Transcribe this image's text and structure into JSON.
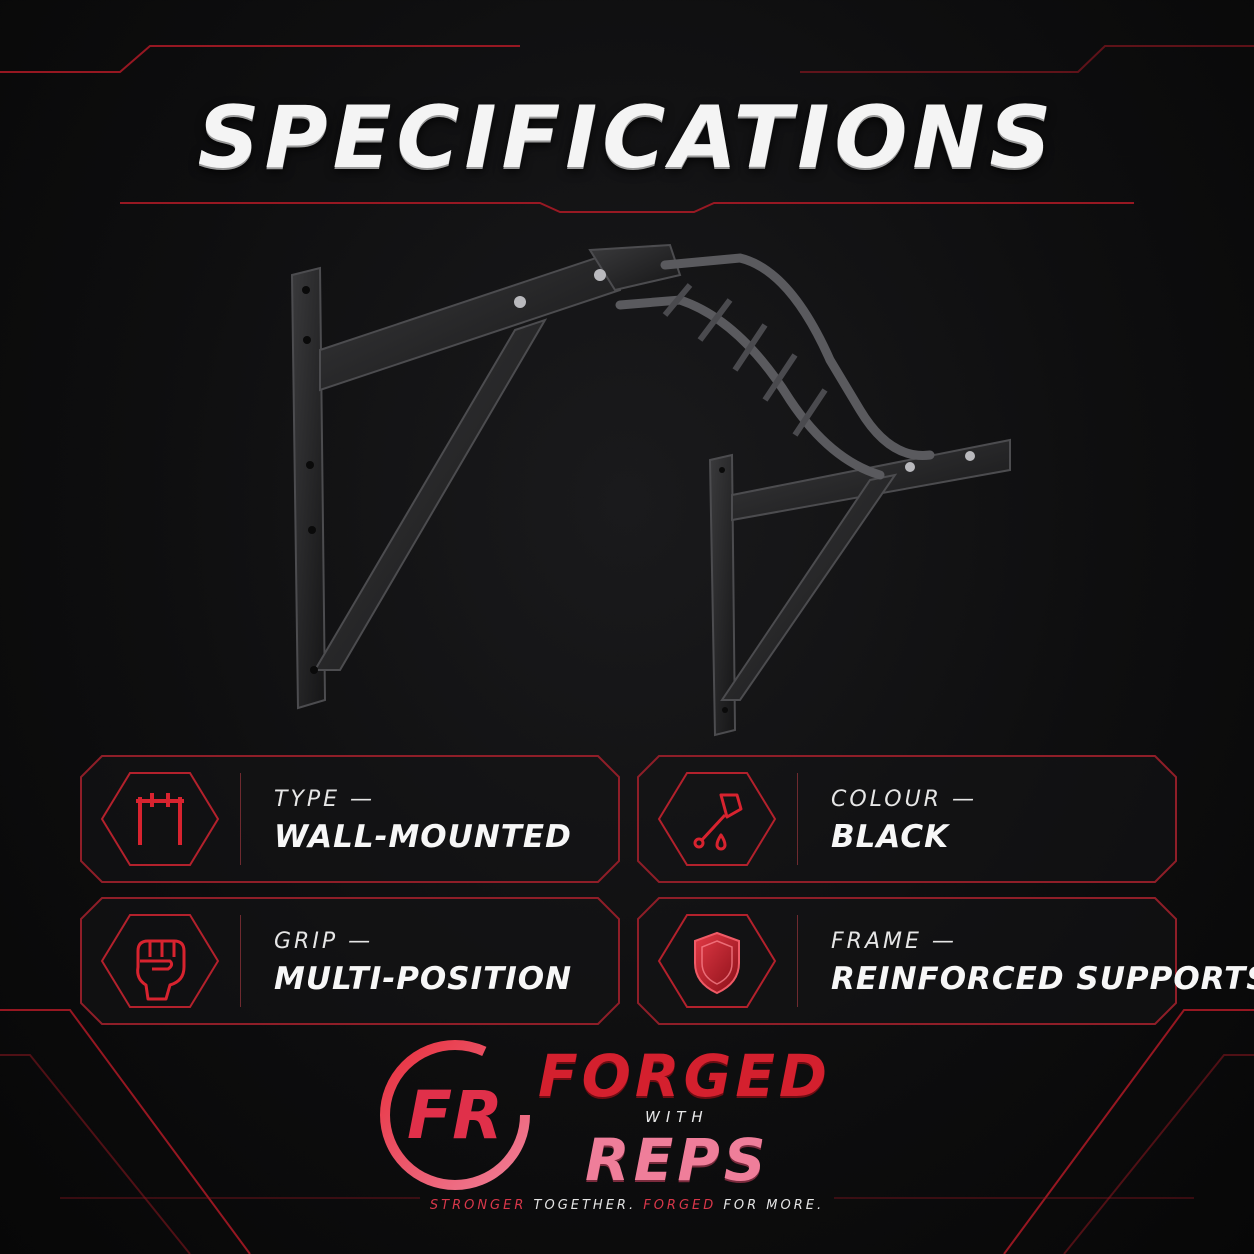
{
  "title": "SPECIFICATIONS",
  "specs": [
    {
      "label": "TYPE —",
      "value": "WALL-MOUNTED",
      "icon": "pull-up-bar-icon"
    },
    {
      "label": "COLOUR —",
      "value": "BLACK",
      "icon": "paint-brush-icon"
    },
    {
      "label": "GRIP —",
      "value": "MULTI-POSITION",
      "icon": "fist-icon"
    },
    {
      "label": "FRAME —",
      "value": "REINFORCED SUPPORTS",
      "icon": "shield-icon"
    }
  ],
  "brand": {
    "top": "FORGED",
    "middle": "WITH",
    "bottom": "REPS",
    "monogram": "FR"
  },
  "tagline": {
    "part1": "STRONGER",
    "part2": " TOGETHER. ",
    "part3": "FORGED",
    "part4": " FOR MORE."
  },
  "colors": {
    "accent": "#d4202e",
    "pink": "#ef7e9a",
    "background": "#0e0e0f"
  }
}
